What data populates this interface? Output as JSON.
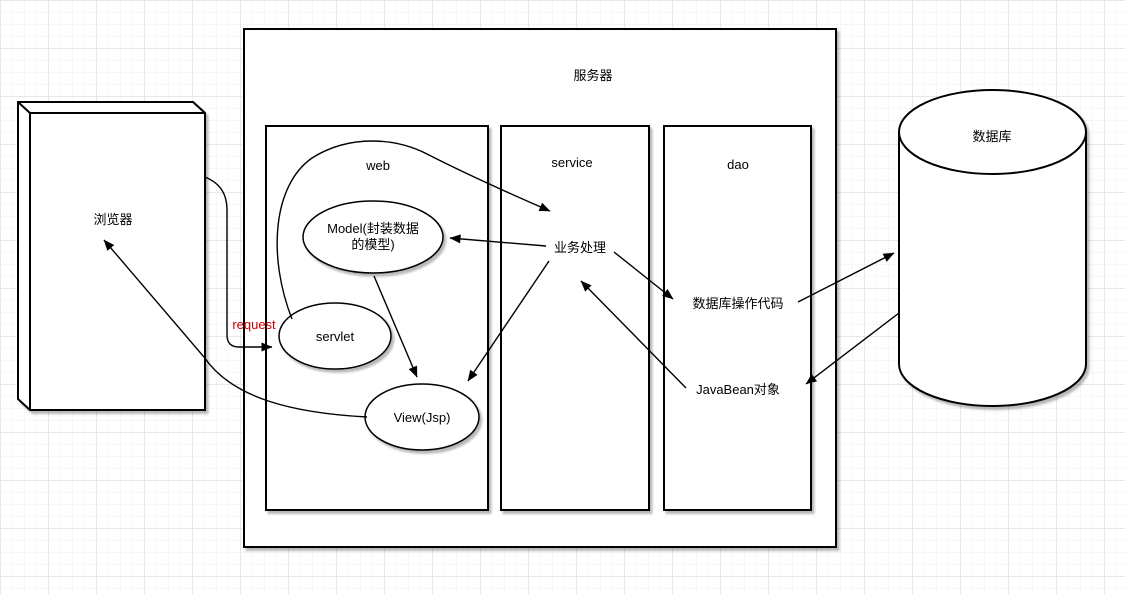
{
  "diagram": {
    "browser": "浏览器",
    "server": "服务器",
    "columns": {
      "web": "web",
      "service": "service",
      "dao": "dao"
    },
    "nodes": {
      "model": "Model(封装数据\n的模型)",
      "servlet": "servlet",
      "view": "View(Jsp)",
      "business": "业务处理",
      "db_code": "数据库操作代码",
      "javabean": "JavaBean对象",
      "database": "数据库"
    },
    "edge_labels": {
      "request": "request"
    },
    "colors": {
      "stroke": "#000000",
      "shape_fill": "#ffffff",
      "request_label": "#cc0000",
      "grid_major": "#e7e7e7",
      "grid_minor": "#f6f6f6"
    }
  }
}
